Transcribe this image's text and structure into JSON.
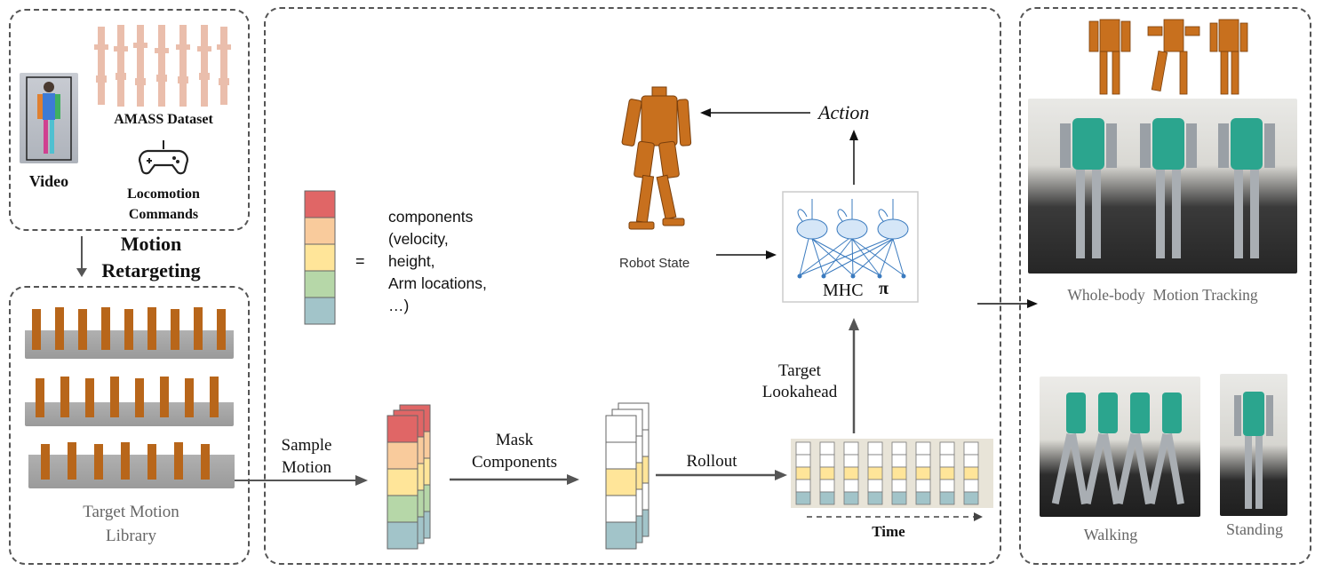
{
  "inputs": {
    "video_label": "Video",
    "amass_label": "AMASS Dataset",
    "locomotion_label_line1": "Locomotion",
    "locomotion_label_line2": "Commands"
  },
  "retargeting": {
    "line1": "Motion",
    "line2": "Retargeting"
  },
  "library": {
    "line1": "Target Motion",
    "line2": "Library"
  },
  "legend": {
    "equals": "=",
    "line1": "components",
    "line2": "(velocity,",
    "line3": "height,",
    "line4": "Arm locations,",
    "line5": "…)"
  },
  "flow": {
    "sample_line1": "Sample",
    "sample_line2": "Motion",
    "mask_line1": "Mask",
    "mask_line2": "Components",
    "rollout": "Rollout",
    "time": "Time",
    "target_line1": "Target",
    "target_line2": "Lookahead",
    "robot_state": "Robot State",
    "action": "Action",
    "mhc": "MHC",
    "pi": "π"
  },
  "results": {
    "whole_body": "Whole-body  Motion Tracking",
    "walking": "Walking",
    "standing": "Standing"
  },
  "colors": {
    "red": "#e06666",
    "orange": "#f9cb9c",
    "yellow": "#ffe599",
    "green": "#b6d7a8",
    "blue": "#a2c4c9",
    "robot_orange": "#c8701e",
    "robot_teal": "#2ba58e"
  },
  "icons": [
    "gamepad-icon",
    "neural-network-icon"
  ]
}
